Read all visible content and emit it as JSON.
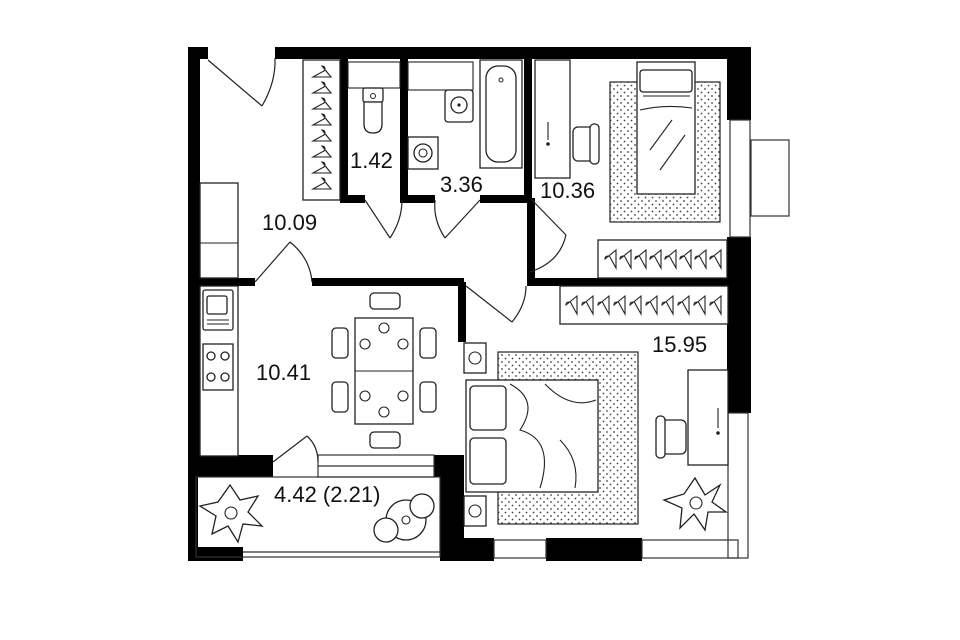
{
  "rooms": {
    "hall": {
      "area": "10.09"
    },
    "wc": {
      "area": "1.42"
    },
    "bathroom": {
      "area": "3.36"
    },
    "bedroom_small": {
      "area": "10.36"
    },
    "kitchen": {
      "area": "10.41"
    },
    "bedroom_large": {
      "area": "15.95"
    },
    "balcony": {
      "area": "4.42 (2.21)"
    }
  },
  "colors": {
    "wall": "#000000",
    "line": "#222222",
    "background": "#ffffff"
  },
  "icons": [
    "door-swing-icon",
    "toilet-icon",
    "sink-icon",
    "bathtub-icon",
    "washing-machine-icon",
    "bed-icon",
    "desk-icon",
    "chair-icon",
    "wardrobe-icon",
    "dining-table-icon",
    "stove-icon",
    "kitchen-sink-icon",
    "plant-icon",
    "round-table-icon"
  ]
}
